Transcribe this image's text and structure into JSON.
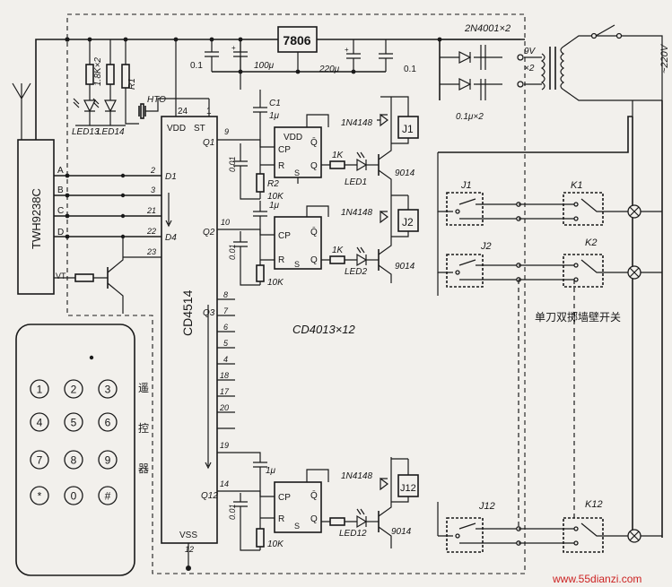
{
  "diagram": {
    "labels": {
      "regulator": "7806",
      "rectifier": "2N4001×2",
      "transformer_secondary": "9V",
      "transformer_x2": "×2",
      "mains": "~220V",
      "cap_01_left": "0.1",
      "cap_100u": "100μ",
      "cap_220u": "220μ",
      "cap_01_right": "0.1",
      "cap_01ux2": "0.1μ×2",
      "res_18k": "1.8K×2",
      "res_r1": "R1",
      "hto": "HTO",
      "led13": "LED13",
      "led14": "LED14",
      "receiver_ic": "TWH9238C",
      "pin_a": "A",
      "pin_b": "B",
      "pin_c": "C",
      "pin_d": "D",
      "pin_vt": "VT",
      "decoder_ic": "CD4514",
      "pin_vdd": "VDD",
      "pin_st": "ST",
      "pin_24": "24",
      "pin_1": "1",
      "pin_2": "2",
      "pin_3": "3",
      "pin_21": "21",
      "pin_22": "22",
      "pin_23": "23",
      "pin_d1": "D1",
      "pin_d4": "D4",
      "pin_q1": "Q1",
      "pin_q2": "Q2",
      "pin_q3": "Q3",
      "pin_q12": "Q12",
      "pin_9": "9",
      "pin_10": "10",
      "pin_8": "8",
      "pin_7": "7",
      "pin_6": "6",
      "pin_5": "5",
      "pin_4": "4",
      "pin_18": "18",
      "pin_17": "17",
      "pin_20": "20",
      "pin_19": "19",
      "pin_14": "14",
      "pin_vss": "VSS",
      "pin_12": "12",
      "cap_c1": "C1",
      "cap_1u": "1μ",
      "cap_001": "0.01",
      "res_r2": "R2",
      "res_10k": "10K",
      "res_1k": "1K",
      "ff_vdd": "VDD",
      "ff_cp": "CP",
      "ff_r": "R",
      "ff_s": "S",
      "ff_q": "Q",
      "ff_qbar": "Q̄",
      "diode_1n4148": "1N4148",
      "relay_j1": "J1",
      "relay_j2": "J2",
      "relay_j12": "J12",
      "transistor_9014": "9014",
      "led01": "LED1",
      "led02": "LED2",
      "led012": "LED12",
      "ff_chip": "CD4013×12",
      "switch_k1": "K1",
      "switch_k2": "K2",
      "switch_k12": "K12",
      "switch_desc": "单刀双掷墙壁开关",
      "remote_char1": "遥",
      "remote_char2": "控",
      "remote_char3": "器",
      "watermark": "www.55dianzi.com"
    },
    "keypad": [
      "1",
      "2",
      "3",
      "4",
      "5",
      "6",
      "7",
      "8",
      "9",
      "*",
      "0",
      "#"
    ]
  }
}
